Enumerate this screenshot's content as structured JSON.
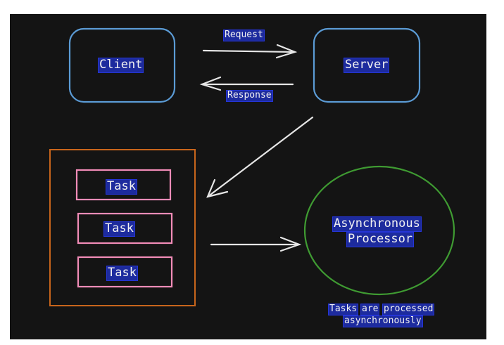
{
  "nodes": {
    "client": "Client",
    "server": "Server",
    "tasks": [
      "Task",
      "Task",
      "Task"
    ],
    "processor_line1": "Asynchronous",
    "processor_line2": "Processor"
  },
  "edges": {
    "request": "Request",
    "response": "Response"
  },
  "note": {
    "word1": "Tasks",
    "word2": "are",
    "word3": "processed",
    "line2": "asynchronously"
  },
  "colors": {
    "background": "#141414",
    "client_server_border": "#5b9bd5",
    "queue_border": "#c8651b",
    "task_border": "#f28cb8",
    "processor_border": "#3f9b32",
    "arrow": "#e6e6e6",
    "label_highlight": "#1d2b9e"
  }
}
